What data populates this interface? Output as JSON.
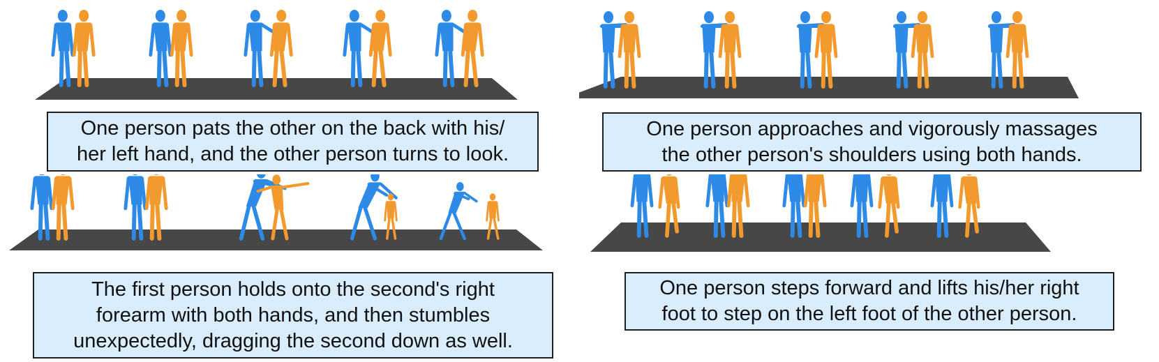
{
  "figure": {
    "colors": {
      "person_a": "#2d8ae6",
      "person_b": "#f29a2e",
      "platform": "#474747",
      "caption_bg": "#d9edfc"
    },
    "panels": [
      {
        "caption_lines": [
          "One person pats the other on the back with his/",
          "her left hand, and the other person turns to look."
        ]
      },
      {
        "caption_lines": [
          "One person approaches and vigorously massages",
          "the other person's shoulders using both hands."
        ]
      },
      {
        "caption_lines": [
          "The first person holds onto the second's right",
          "forearm with both hands, and then stumbles",
          "unexpectedly, dragging the second down as well."
        ]
      },
      {
        "caption_lines": [
          "One person steps forward and lifts his/her right",
          "foot to step on the left foot of the other person."
        ]
      }
    ]
  }
}
